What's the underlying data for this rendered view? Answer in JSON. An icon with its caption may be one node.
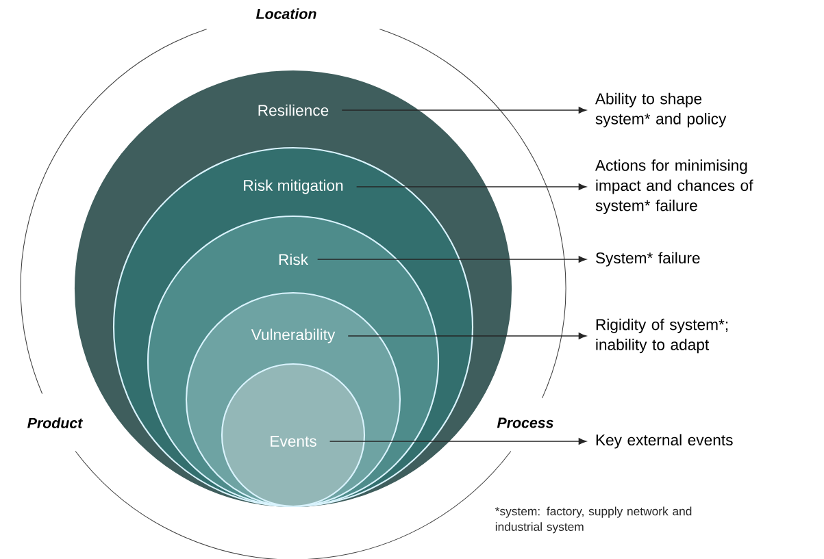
{
  "diagram": {
    "nodes": [
      {
        "text": [
          "Resilience"
        ]
      },
      {
        "text": [
          "Risk mitigation"
        ],
        "in": 0
      },
      {
        "text": [
          "Risk"
        ],
        "in": 1
      },
      {
        "text": [
          "Vulnerability"
        ],
        "in": 2
      },
      {
        "text": [
          "Events"
        ],
        "in": 3
      },
      {
        "text": [
          "Ability to shape system* and policy"
        ]
      },
      {
        "text": [
          "Actions for minimising impact and chances of system* failure"
        ]
      },
      {
        "text": [
          "System* failure"
        ]
      },
      {
        "text": [
          "Rigidity of system*; inability to adapt"
        ]
      },
      {
        "text": [
          "Key external events"
        ]
      }
    ],
    "edges": [
      {
        "from": 0,
        "to": 5,
        "arrow": "to"
      },
      {
        "from": 1,
        "to": 6,
        "arrow": "to"
      },
      {
        "from": 2,
        "to": 7,
        "arrow": "to"
      },
      {
        "from": 3,
        "to": 8,
        "arrow": "to"
      },
      {
        "from": 4,
        "to": 9,
        "arrow": "to"
      }
    ],
    "labels": [
      "Location",
      "Product",
      "Process",
      "*system: factory, supply network and industrial system"
    ]
  }
}
